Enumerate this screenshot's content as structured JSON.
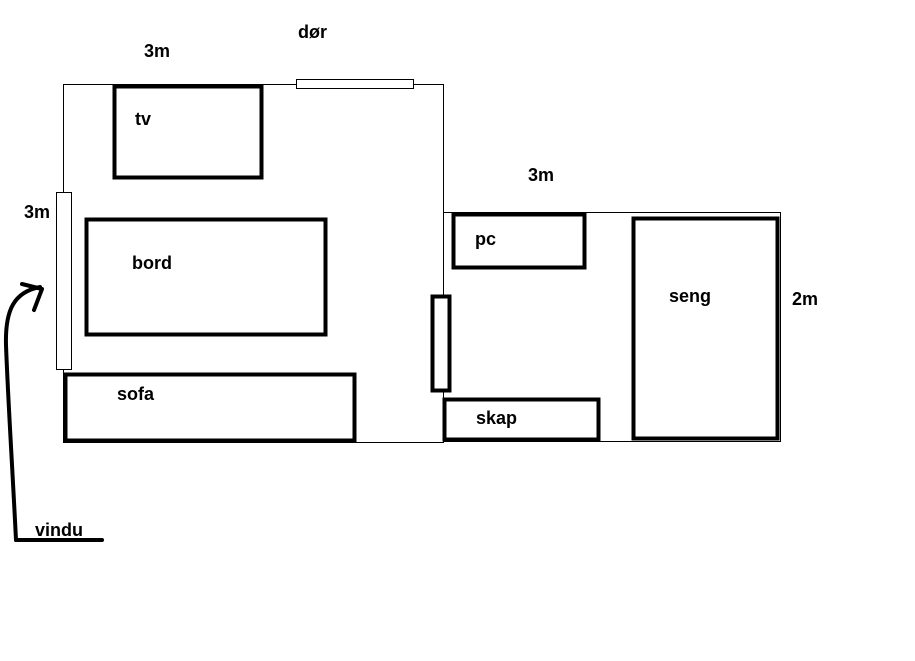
{
  "colors": {
    "background": "#ffffff",
    "ink": "#000000"
  },
  "dimensions": {
    "room1_width": "3m",
    "room1_height": "3m",
    "room2_width": "3m",
    "room2_height": "2m"
  },
  "labels": {
    "door": "dør",
    "window": "vindu",
    "tv": "tv",
    "table": "bord",
    "sofa": "sofa",
    "pc": "pc",
    "cabinet": "skap",
    "bed": "seng"
  }
}
